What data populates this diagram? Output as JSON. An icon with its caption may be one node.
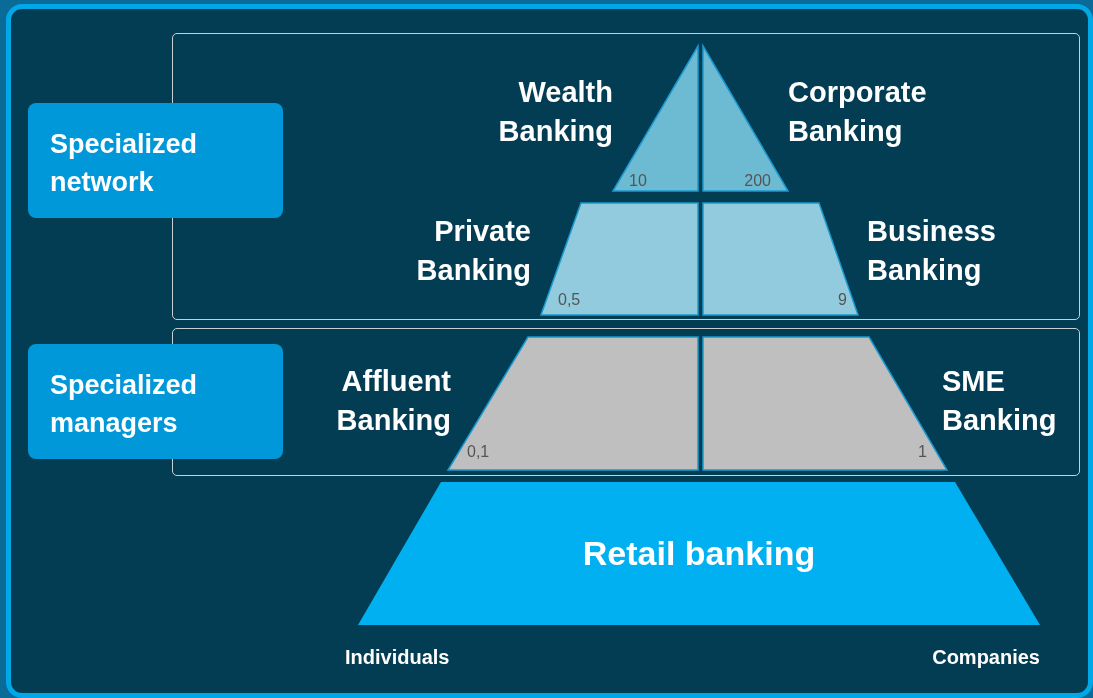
{
  "diagram": {
    "nodes": [
      {
        "text": [],
        "shape": "box"
      },
      {
        "text": [
          "Wealth Banking",
          "10"
        ],
        "in": 0
      },
      {
        "text": [
          "Corporate Banking",
          "200"
        ],
        "in": 0
      },
      {
        "text": [
          "Private Banking",
          "0,5"
        ],
        "in": 0
      },
      {
        "text": [
          "Business Banking",
          "9"
        ],
        "in": 0
      },
      {
        "text": [],
        "shape": "box"
      },
      {
        "text": [
          "Affluent Banking",
          "0,1"
        ],
        "in": 5
      },
      {
        "text": [
          "SME Banking",
          "1"
        ],
        "in": 5
      },
      {
        "text": [
          "Retail banking"
        ]
      },
      {
        "text": [
          "Specialized network"
        ]
      },
      {
        "text": [
          "Specialized managers"
        ]
      }
    ],
    "labels": [
      "Individuals",
      "Companies"
    ]
  }
}
